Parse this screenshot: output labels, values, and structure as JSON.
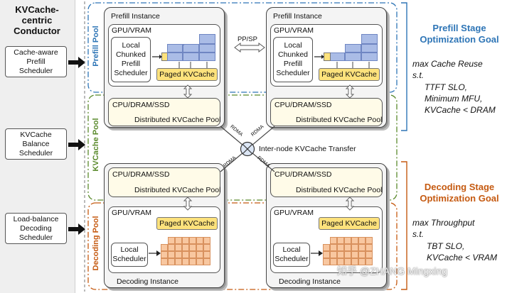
{
  "conductor": {
    "title": "KVCache-\ncentric\nConductor",
    "schedulers": [
      {
        "label": "Cache-aware\nPrefill\nScheduler"
      },
      {
        "label": "KVCache\nBalance\nScheduler"
      },
      {
        "label": "Load-balance\nDecoding\nScheduler"
      }
    ]
  },
  "pools": {
    "prefill": "Prefill Pool",
    "kvcache": "KVCache Pool",
    "decoding": "Decoding Pool"
  },
  "prefill_instances": [
    {
      "title": "Prefill Instance",
      "gpu": "GPU/VRAM",
      "local": "Local\nChunked\nPrefill\nScheduler",
      "paged": "Paged KVCache",
      "cpu": "CPU/DRAM/SSD",
      "dist": "Distributed KVCache Pool"
    },
    {
      "title": "Prefill Instance",
      "gpu": "GPU/VRAM",
      "local": "Local\nChunked\nPrefill\nScheduler",
      "paged": "Paged KVCache",
      "cpu": "CPU/DRAM/SSD",
      "dist": "Distributed KVCache Pool"
    }
  ],
  "decoding_instances": [
    {
      "title": "Decoding Instance",
      "gpu": "GPU/VRAM",
      "local": "Local\nScheduler",
      "paged": "Paged KVCache",
      "cpu": "CPU/DRAM/SSD",
      "dist": "Distributed KVCache Pool"
    },
    {
      "title": "Decoding Instance",
      "gpu": "GPU/VRAM",
      "local": "Local\nScheduler",
      "paged": "Paged KVCache",
      "cpu": "CPU/DRAM/SSD",
      "dist": "Distributed KVCache Pool"
    }
  ],
  "links": {
    "ppsp": "PP/SP",
    "rdma": "RDMA",
    "transfer": "Inter-node KVCache Transfer"
  },
  "goals": {
    "prefill": {
      "title": "Prefill Stage\nOptimization Goal",
      "lines": [
        "max Cache Reuse",
        "s.t.",
        "TTFT SLO,",
        "Minimum MFU,",
        "KVCache < DRAM"
      ]
    },
    "decoding": {
      "title": "Decoding Stage\nOptimization Goal",
      "lines": [
        "max Throughput",
        "s.t.",
        "TBT SLO,",
        "KVCache < VRAM"
      ]
    }
  },
  "watermark": "知乎 @ZHANG Mingxing",
  "colors": {
    "prefill_blue": "#2e75b6",
    "kvcache_green": "#5a8a2c",
    "decoding_orange": "#c55a11",
    "paged_yellow": "#fde27c",
    "block_blue": "#aabce6",
    "block_orange": "#f8c7a0"
  }
}
